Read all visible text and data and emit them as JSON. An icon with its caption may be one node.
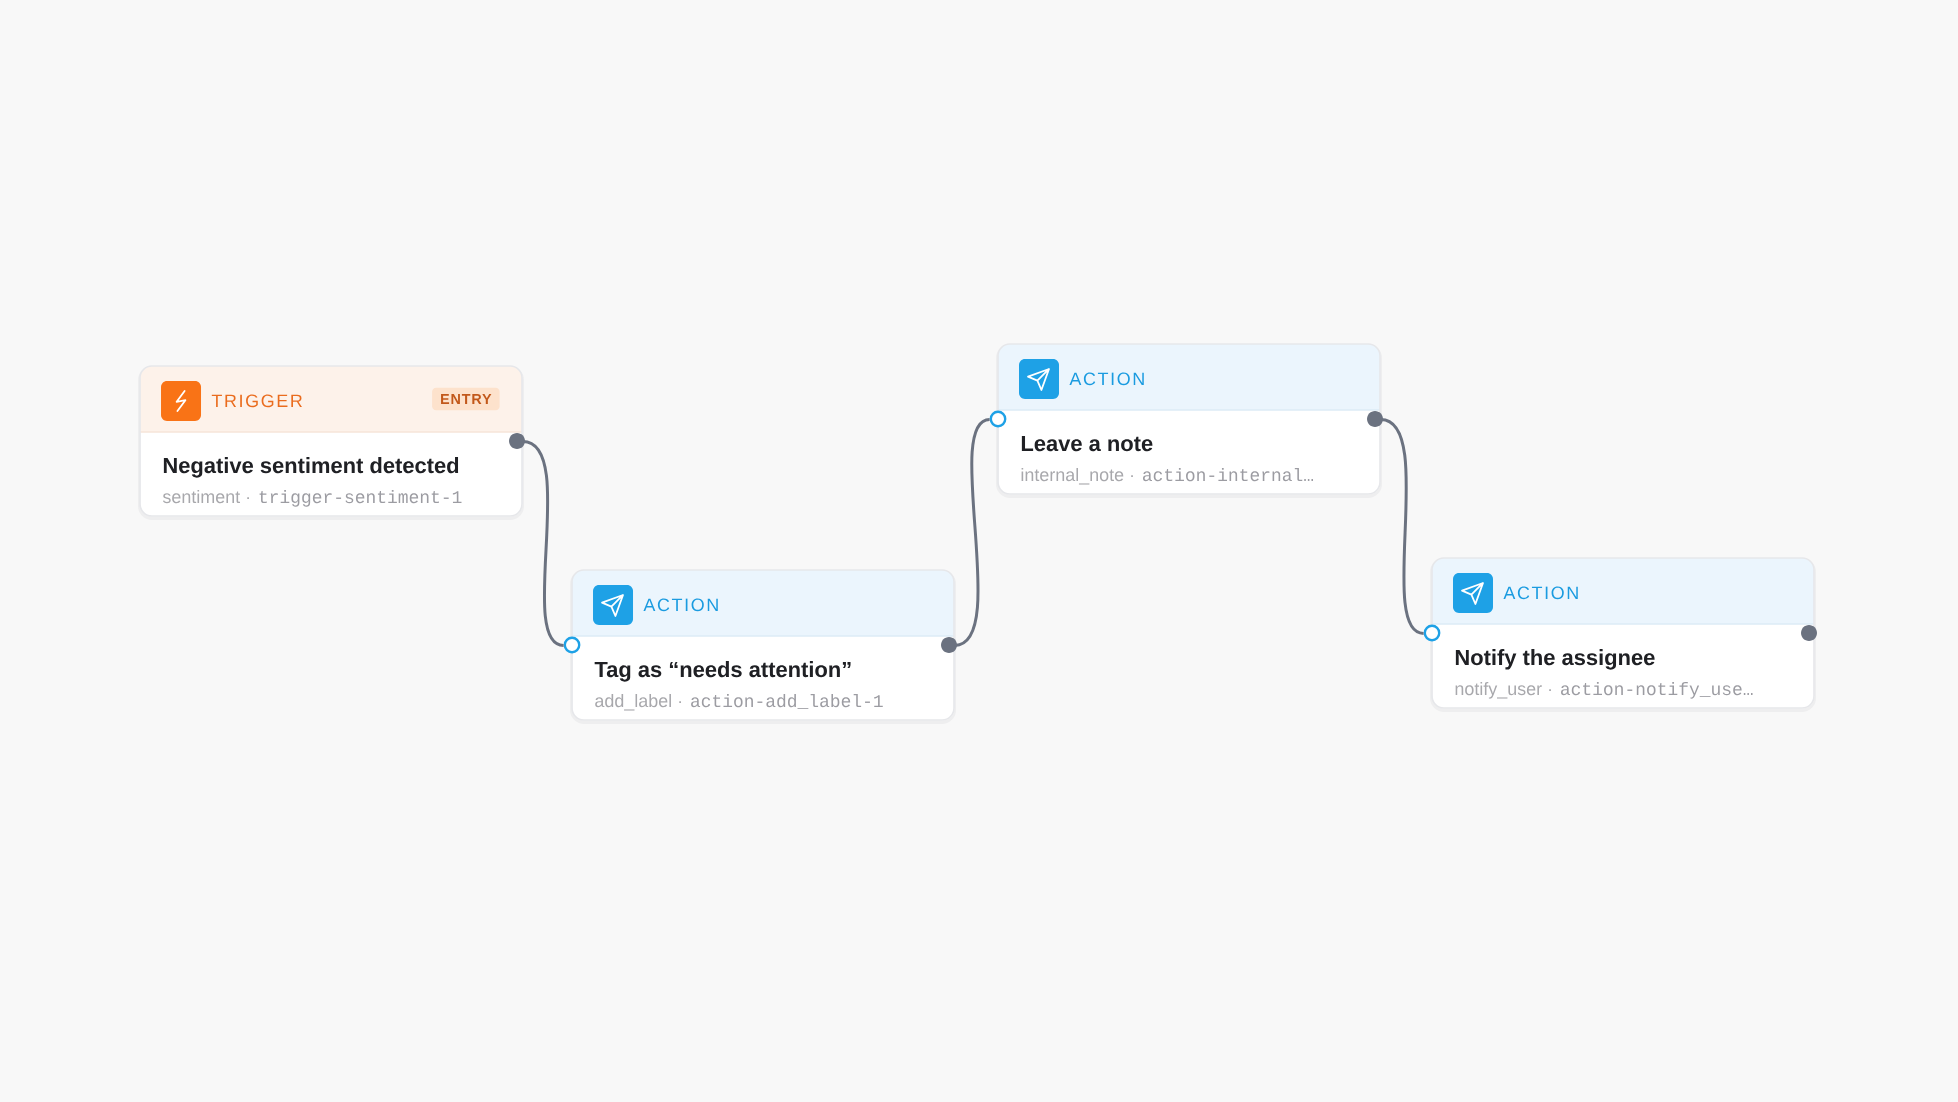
{
  "diagram": {
    "nodes": [
      {
        "text": [
          "TRIGGER",
          "ENTRY",
          "Negative sentiment detected",
          "sentiment ·",
          "trigger-sentiment-1"
        ]
      },
      {
        "text": [
          "ACTION",
          "Tag as “needs attention”",
          "add_label ·",
          "action-add_label-1"
        ]
      },
      {
        "text": [
          "ACTION",
          "Leave a note",
          "internal_note ·",
          "action-internal…"
        ]
      },
      {
        "text": [
          "ACTION",
          "Notify the assignee",
          "notify_user ·",
          "action-notify_use…"
        ]
      }
    ],
    "edges": [
      {
        "from": 0,
        "to": 1,
        "arrow": "none"
      },
      {
        "from": 1,
        "to": 2,
        "arrow": "none"
      },
      {
        "from": 2,
        "to": 3,
        "arrow": "none"
      }
    ]
  }
}
